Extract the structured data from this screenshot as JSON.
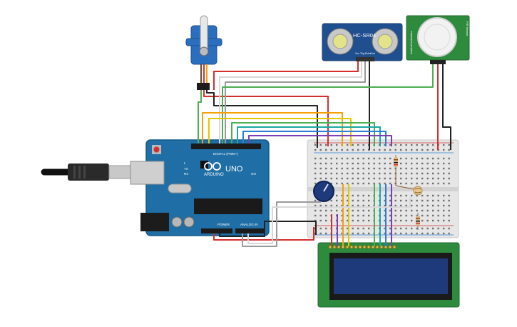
{
  "arduino": {
    "brand": "ARDUINO",
    "model": "UNO",
    "digital_header_label": "DIGITAL (PWM~)",
    "power_label": "POWER",
    "analog_label": "ANALOG IN",
    "tx_label": "TX",
    "rx_label": "RX",
    "l_label": "L",
    "on_label": "ON"
  },
  "ultrasonic": {
    "model": "HC-SR04",
    "pins": [
      "Vcc",
      "Trig",
      "Echo",
      "Gnd"
    ]
  },
  "pir": {
    "left_label": "Adafruit Industries",
    "right_label": "PIR Sensor"
  },
  "colors": {
    "board_blue": "#1f6ea6",
    "breadboard": "#e6e6e6",
    "lcd_green": "#2e8b3e",
    "lcd_screen": "#1f3a7a",
    "wire_red": "#d32f2f",
    "wire_black": "#222222",
    "wire_green": "#4caf50",
    "wire_orange": "#f5a000",
    "wire_yellow": "#e8c400",
    "wire_blue": "#2a7fd4",
    "wire_teal": "#1ba8a0",
    "wire_purple": "#7b3fb3",
    "wire_gray": "#9a9a9a",
    "wire_white": "#d8d8d8"
  }
}
